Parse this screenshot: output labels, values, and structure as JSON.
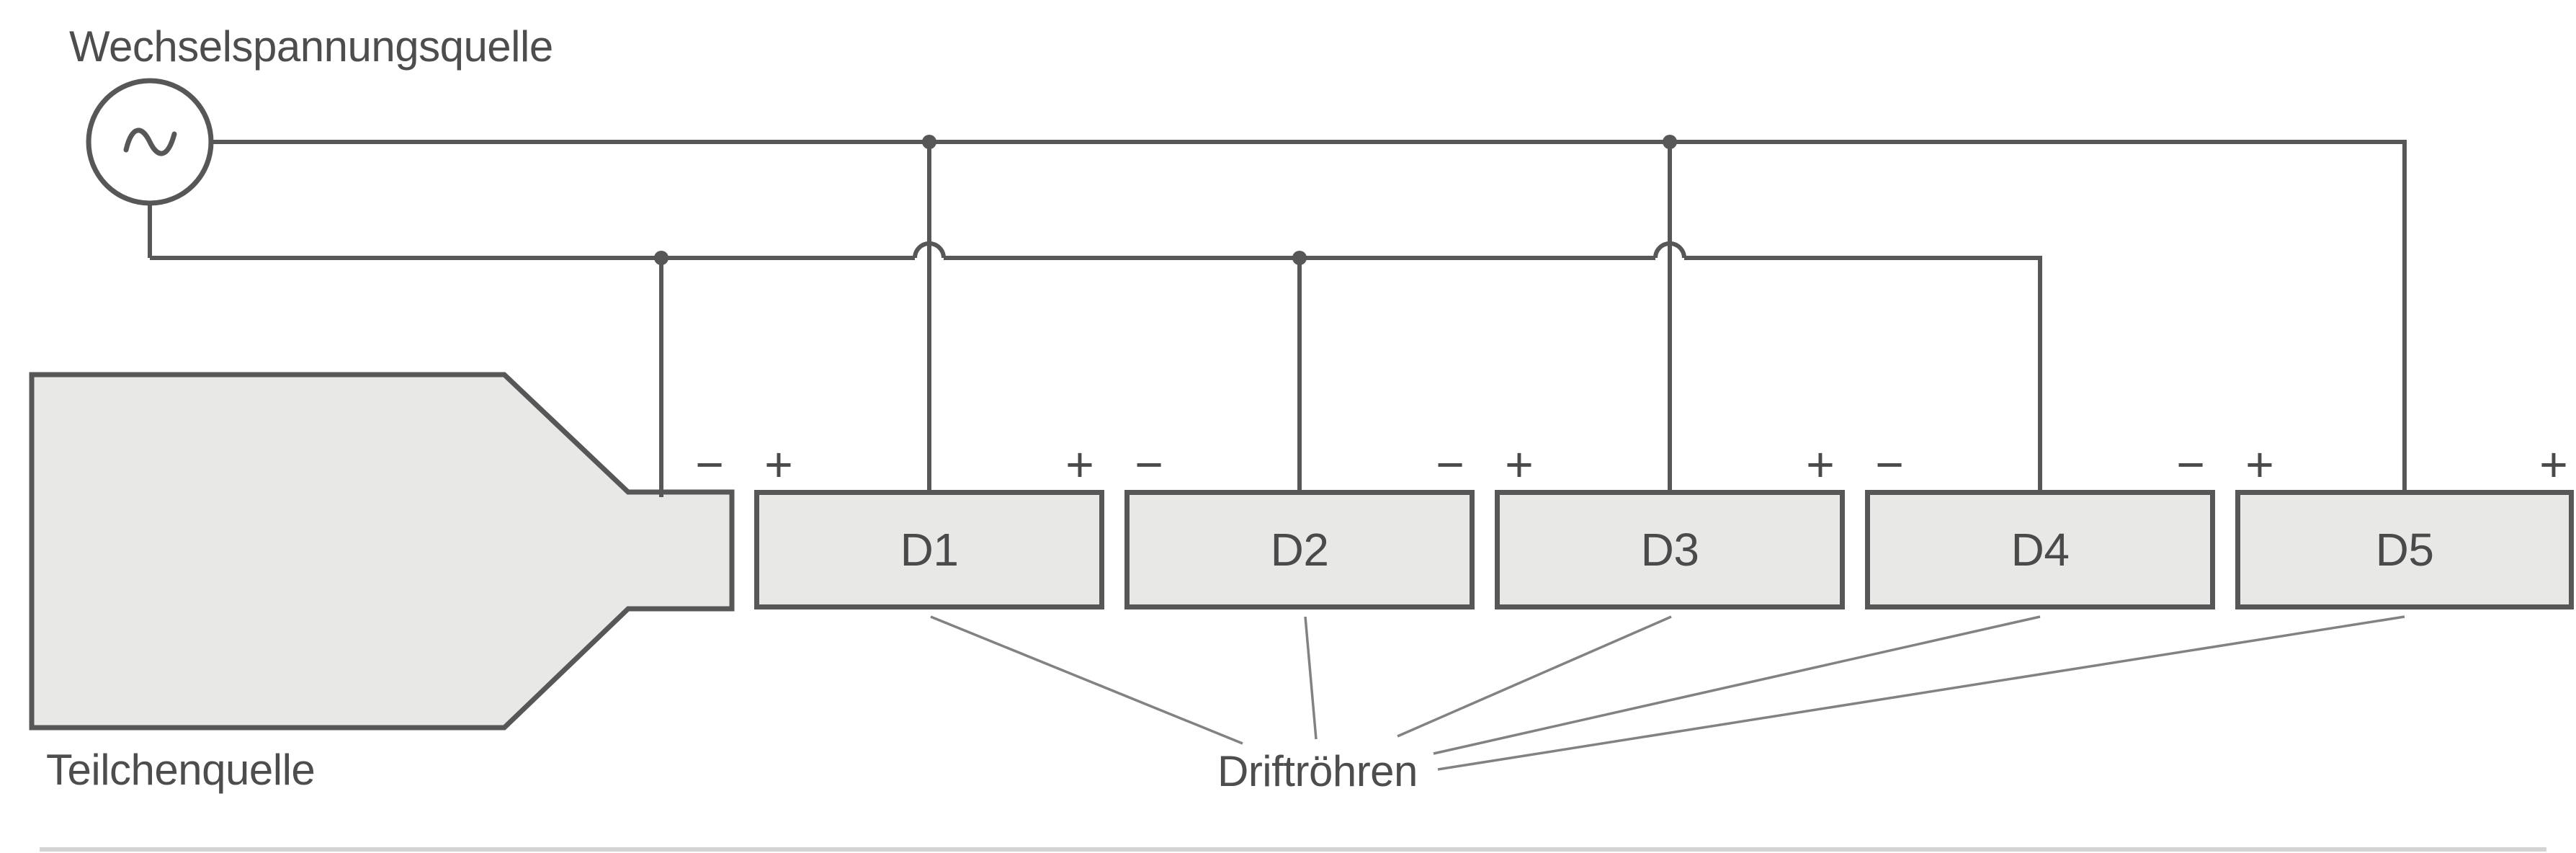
{
  "labels": {
    "voltage_source": "Wechselspannungsquelle",
    "particle_source": "Teilchenquelle",
    "drift_tubes": "Driftröhren"
  },
  "tubes": [
    {
      "label": "D1"
    },
    {
      "label": "D2"
    },
    {
      "label": "D3"
    },
    {
      "label": "D4"
    },
    {
      "label": "D5"
    }
  ],
  "gaps": [
    {
      "left": "−",
      "right": "+"
    },
    {
      "left": "+",
      "right": "−"
    },
    {
      "left": "−",
      "right": "+"
    },
    {
      "left": "+",
      "right": "−"
    },
    {
      "left": "−",
      "right": "+"
    }
  ],
  "end_sign": "+",
  "icons": {
    "ac_source": "sine-wave-icon"
  },
  "colors": {
    "stroke": "#575757",
    "component_fill": "#e8e8e7",
    "text": "#4d4d4d",
    "pointer_line": "#828282",
    "background": "#ffffff"
  }
}
